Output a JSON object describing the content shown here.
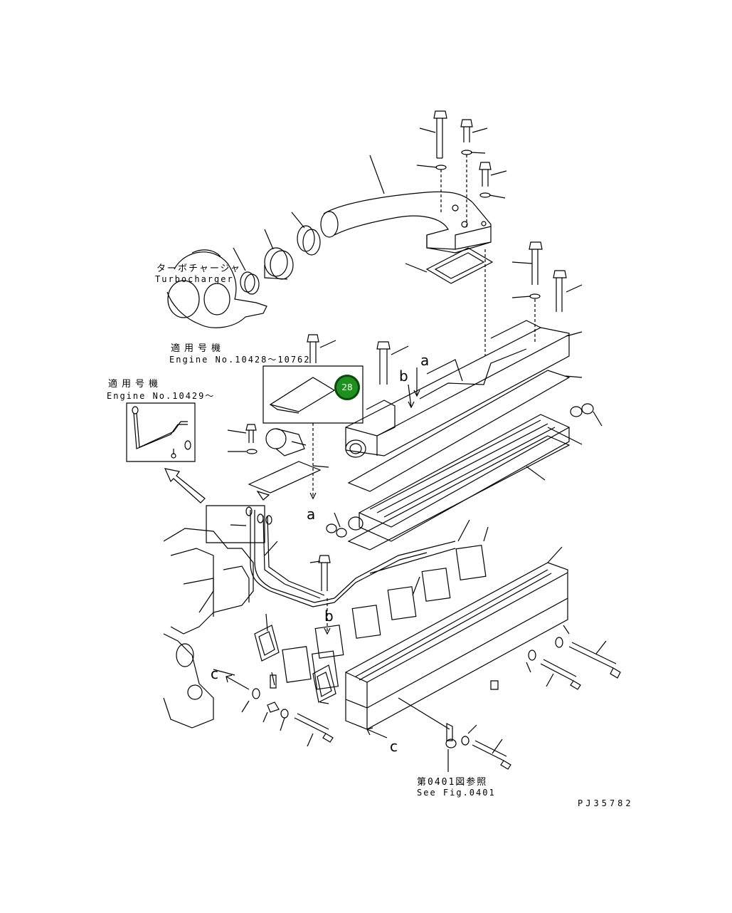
{
  "labels": {
    "turbo_jp": "ターボチャージャ",
    "turbo_en": "Turbocharger",
    "applicable_1": "適用号機",
    "engine_range_1": "Engine No.10428～10762",
    "applicable_2": "適用号機",
    "engine_range_2": "Engine No.10429～",
    "see_fig_jp": "第0401図参照",
    "see_fig_en": "See Fig.0401",
    "drawing_id": "PJ35782"
  },
  "callouts": [
    {
      "number": "28",
      "color": "#1f8f1f"
    }
  ],
  "markers": {
    "a1": "a",
    "a2": "a",
    "b1": "b",
    "b2": "b",
    "c1": "c",
    "c2": "c"
  }
}
